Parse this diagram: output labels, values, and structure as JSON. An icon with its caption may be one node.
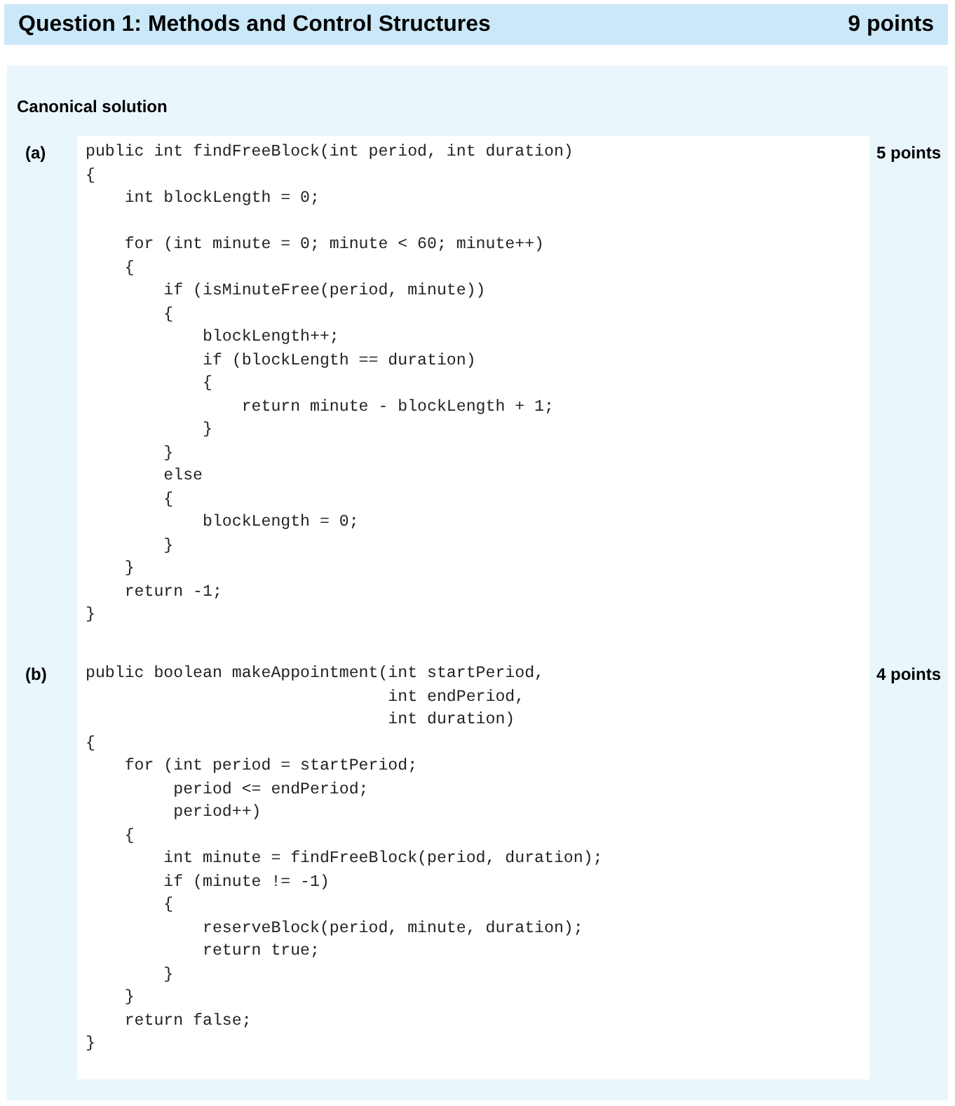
{
  "diagram": {
    "nodes": [
      {
        "text": [
          "Question 1: Methods and Control Structures",
          "9 points"
        ]
      },
      {
        "text": [
          "Canonical solution"
        ]
      },
      {
        "text": [
          "public int findFreeBlock(int period, int duration)",
          "{",
          "    int blockLength = 0;",
          "    for (int minute = 0; minute < 60; minute++)",
          "    {",
          "        if (isMinuteFree(period, minute))",
          "        {",
          "            blockLength++;",
          "            if (blockLength == duration)",
          "            {",
          "                return minute - blockLength + 1;",
          "            }",
          "        }",
          "        else",
          "        {",
          "            blockLength = 0;",
          "        }",
          "    }",
          "    return -1;",
          "}"
        ],
        "in": 1,
        "beside": [
          "(a)",
          "5 points"
        ]
      },
      {
        "text": [
          "public boolean makeAppointment(int startPeriod,",
          "                               int endPeriod,",
          "                               int duration)",
          "{",
          "    for (int period = startPeriod;",
          "         period <= endPeriod;",
          "         period++)",
          "    {",
          "        int minute = findFreeBlock(period, duration);",
          "        if (minute != -1)",
          "        {",
          "            reserveBlock(period, minute, duration);",
          "            return true;",
          "        }",
          "    }",
          "    return false;",
          "}"
        ],
        "in": 1,
        "beside": [
          "(b)",
          "4 points"
        ]
      }
    ]
  }
}
